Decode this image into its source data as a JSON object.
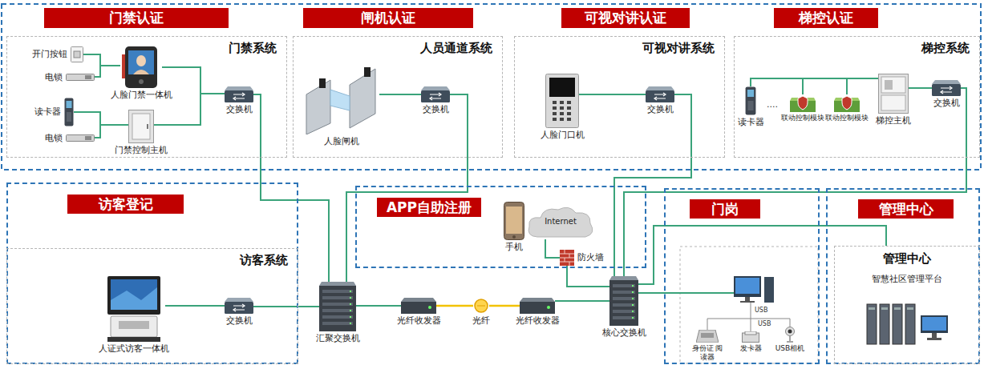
{
  "diagram": {
    "nodes": [
      {
        "text": [
          "门禁认证"
        ]
      },
      {
        "text": [
          "闸机认证"
        ]
      },
      {
        "text": [
          "可视对讲认证"
        ]
      },
      {
        "text": [
          "梯控认证"
        ]
      },
      {
        "text": [
          "门禁系统"
        ]
      },
      {
        "text": [
          "开门按钮"
        ],
        "in": 4
      },
      {
        "text": [
          "电锁"
        ],
        "in": 4
      },
      {
        "text": [
          "人脸门禁一体机"
        ],
        "in": 4
      },
      {
        "text": [
          "读卡器"
        ],
        "in": 4
      },
      {
        "text": [
          "电锁"
        ],
        "in": 4
      },
      {
        "text": [
          "门禁控制主机"
        ],
        "in": 4
      },
      {
        "text": [
          "交换机"
        ],
        "in": 4
      },
      {
        "text": [
          "人员通道系统"
        ]
      },
      {
        "text": [
          "人脸闸机"
        ],
        "in": 12
      },
      {
        "text": [
          "交换机"
        ],
        "in": 12
      },
      {
        "text": [
          "可视对讲系统"
        ]
      },
      {
        "text": [
          "人脸门口机"
        ],
        "in": 15
      },
      {
        "text": [
          "交换机"
        ],
        "in": 15
      },
      {
        "text": [
          "梯控系统"
        ]
      },
      {
        "text": [
          "读卡器"
        ],
        "in": 18
      },
      {
        "text": [
          "联动控制模块"
        ],
        "in": 18
      },
      {
        "text": [
          "联动控制模块"
        ],
        "in": 18
      },
      {
        "text": [
          "梯控主机"
        ],
        "in": 18
      },
      {
        "text": [
          "交换机"
        ],
        "in": 18
      },
      {
        "text": [
          "访客登记"
        ]
      },
      {
        "text": [
          "访客系统"
        ],
        "in": 24
      },
      {
        "text": [
          "人证式访客一体机"
        ],
        "in": 25
      },
      {
        "text": [
          "交换机"
        ],
        "in": 25
      },
      {
        "text": [
          "APP自助注册"
        ]
      },
      {
        "text": [
          "手机"
        ],
        "in": 28
      },
      {
        "text": [
          "Internet"
        ],
        "in": 28
      },
      {
        "text": [
          "防火墙"
        ],
        "in": 28
      },
      {
        "text": [
          "门岗"
        ]
      },
      {
        "text": [
          "身份证 阅读器"
        ],
        "in": 32
      },
      {
        "text": [
          "发卡器"
        ],
        "in": 32
      },
      {
        "text": [
          "USB相机"
        ],
        "in": 32
      },
      {
        "text": [
          "管理中心"
        ]
      },
      {
        "text": [
          "管理中心",
          "智慧社区管理平台"
        ],
        "in": 36
      },
      {
        "text": [
          "汇聚交换机"
        ]
      },
      {
        "text": [
          "光纤收发器"
        ]
      },
      {
        "text": [
          "光纤"
        ]
      },
      {
        "text": [
          "光纤收发器"
        ]
      },
      {
        "text": [
          "核心交换机"
        ]
      }
    ],
    "edges": [
      {
        "from": 5,
        "to": 7,
        "arrow": "none"
      },
      {
        "from": 6,
        "to": 7,
        "arrow": "none"
      },
      {
        "from": 8,
        "to": 10,
        "arrow": "none"
      },
      {
        "from": 9,
        "to": 10,
        "arrow": "none"
      },
      {
        "from": 7,
        "to": 11,
        "arrow": "none"
      },
      {
        "from": 10,
        "to": 11,
        "arrow": "none"
      },
      {
        "from": 13,
        "to": 14,
        "arrow": "none"
      },
      {
        "from": 16,
        "to": 17,
        "arrow": "none"
      },
      {
        "from": 19,
        "to": 20,
        "arrow": "none"
      },
      {
        "from": 20,
        "to": 21,
        "arrow": "none"
      },
      {
        "from": 21,
        "to": 22,
        "arrow": "none"
      },
      {
        "from": 22,
        "to": 23,
        "arrow": "none"
      },
      {
        "from": 26,
        "to": 27,
        "arrow": "none"
      },
      {
        "from": 11,
        "to": 38,
        "arrow": "none"
      },
      {
        "from": 14,
        "to": 38,
        "arrow": "none"
      },
      {
        "from": 17,
        "to": 42,
        "arrow": "none"
      },
      {
        "from": 23,
        "to": 42,
        "arrow": "none"
      },
      {
        "from": 27,
        "to": 38,
        "arrow": "none"
      },
      {
        "from": 38,
        "to": 39,
        "arrow": "none"
      },
      {
        "from": 39,
        "to": 40,
        "arrow": "none"
      },
      {
        "from": 40,
        "to": 41,
        "arrow": "none"
      },
      {
        "from": 41,
        "to": 42,
        "arrow": "none"
      },
      {
        "from": 30,
        "to": 31,
        "arrow": "none"
      },
      {
        "from": 31,
        "to": 42,
        "arrow": "none"
      },
      {
        "from": 42,
        "to": 37,
        "arrow": "none"
      }
    ],
    "labels": [
      "....",
      "USB",
      "USB"
    ]
  }
}
